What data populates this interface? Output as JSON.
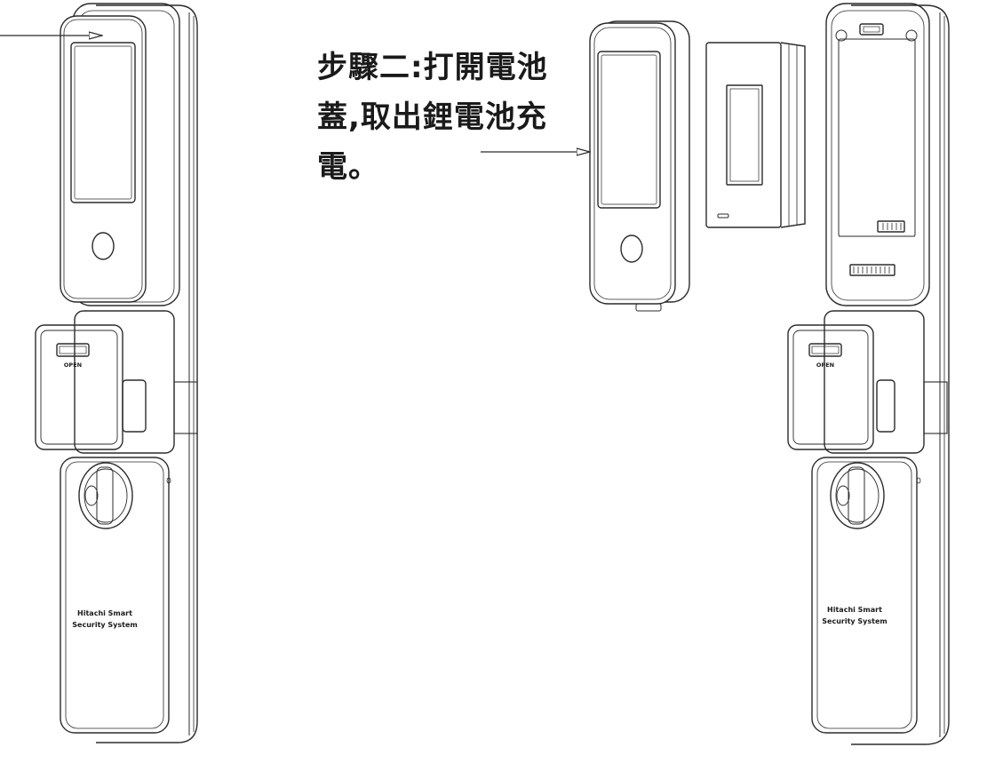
{
  "instruction": {
    "lines": [
      "步驟二:打開電池",
      "蓋,取出鋰電池充",
      "電。"
    ]
  },
  "device_labels": {
    "open_label": "OPEN",
    "brand_line1": "Hitachi Smart",
    "brand_line2": "Security System",
    "indicator": "O"
  },
  "colors": {
    "line": "#2b2b2b",
    "text": "#1a1a1a",
    "background": "#ffffff"
  }
}
